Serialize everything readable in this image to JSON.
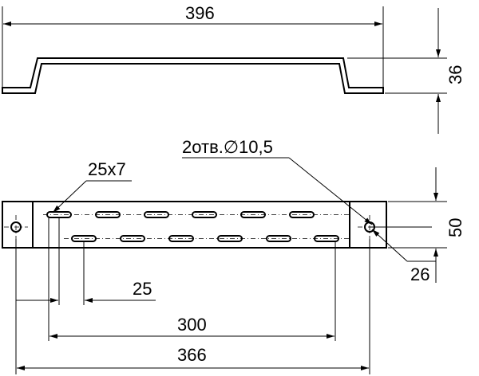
{
  "drawing": {
    "dimensions": {
      "overall_top_length": "396",
      "bend_height": "36",
      "hole_callout": "2отв.∅10,5",
      "slot_size": "25x7",
      "plate_width": "50",
      "hole_offset": "26",
      "slot_pitch": "25",
      "slot_span": "300",
      "hole_spacing": "366"
    },
    "slots": {
      "row_top_count": 6,
      "row_bottom_count": 6
    }
  }
}
